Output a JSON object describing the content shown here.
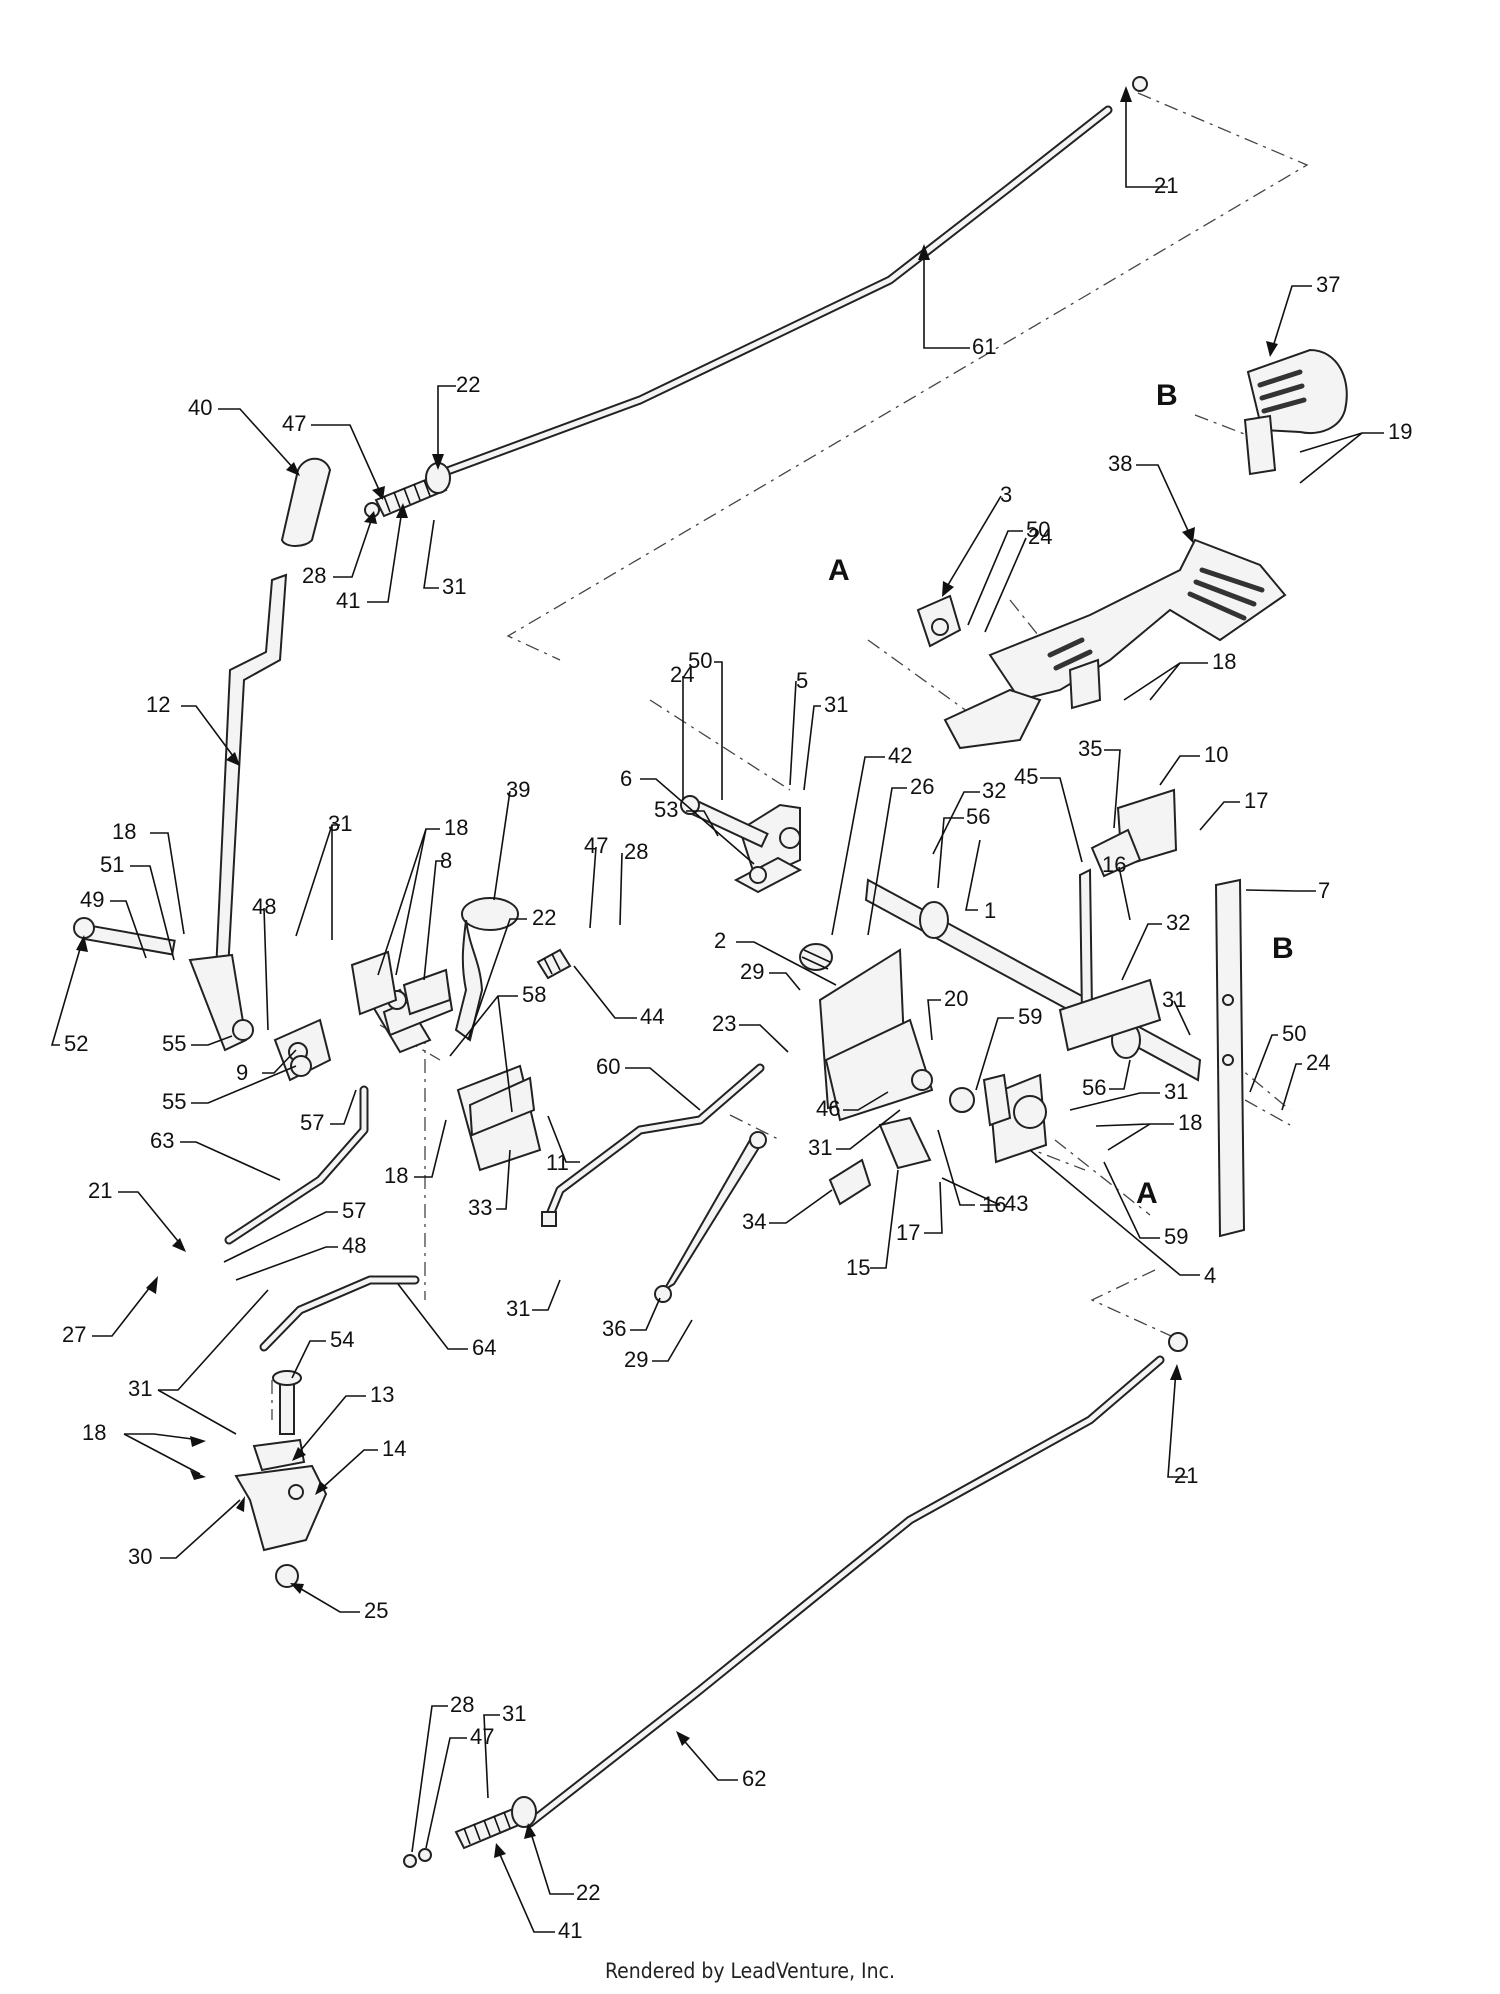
{
  "callouts": {
    "c1": "1",
    "c2": "2",
    "c3": "3",
    "c4": "4",
    "c5": "5",
    "c6": "6",
    "c7": "7",
    "c8": "8",
    "c9": "9",
    "c10": "10",
    "c11": "11",
    "c12": "12",
    "c13": "13",
    "c14": "14",
    "c15": "15",
    "c16": "16",
    "c17": "17",
    "c18": "18",
    "c19": "19",
    "c20": "20",
    "c21": "21",
    "c22": "22",
    "c23": "23",
    "c24": "24",
    "c25": "25",
    "c26": "26",
    "c27": "27",
    "c28": "28",
    "c29": "29",
    "c30": "30",
    "c31": "31",
    "c32": "32",
    "c33": "33",
    "c34": "34",
    "c35": "35",
    "c36": "36",
    "c37": "37",
    "c38": "38",
    "c39": "39",
    "c40": "40",
    "c41": "41",
    "c42": "42",
    "c43": "43",
    "c44": "44",
    "c45": "45",
    "c46": "46",
    "c47": "47",
    "c48": "48",
    "c49": "49",
    "c50": "50",
    "c51": "51",
    "c52": "52",
    "c53": "53",
    "c54": "54",
    "c55": "55",
    "c56": "56",
    "c57": "57",
    "c58": "58",
    "c59": "59",
    "c60": "60",
    "c61": "61",
    "c62": "62",
    "c63": "63",
    "c64": "64"
  },
  "markers": {
    "a": "A",
    "b": "B"
  },
  "footer": "Rendered by LeadVenture, Inc."
}
